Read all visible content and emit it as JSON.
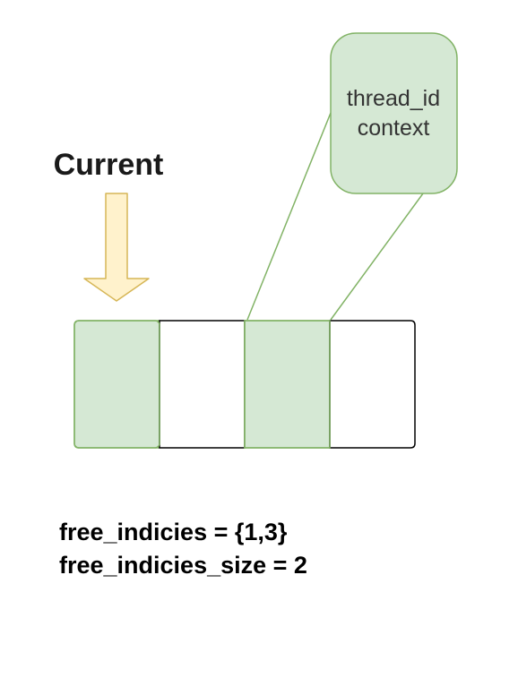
{
  "current_label": "Current",
  "callout": {
    "line1": "thread_id",
    "line2": "context"
  },
  "slots": [
    {
      "index": 0,
      "state": "occupied"
    },
    {
      "index": 1,
      "state": "free"
    },
    {
      "index": 2,
      "state": "occupied"
    },
    {
      "index": 3,
      "state": "free"
    }
  ],
  "current_slot": 0,
  "callout_slot": 2,
  "variables": {
    "free_indices_line": "free_indicies = {1,3}",
    "free_size_line": "free_indicies_size = 2"
  },
  "colors": {
    "occupied_fill": "#d5e8d4",
    "occupied_stroke": "#82b366",
    "free_fill": "#ffffff",
    "array_stroke": "#000000",
    "arrow_fill": "#fff2cc",
    "arrow_stroke": "#d6b656"
  }
}
